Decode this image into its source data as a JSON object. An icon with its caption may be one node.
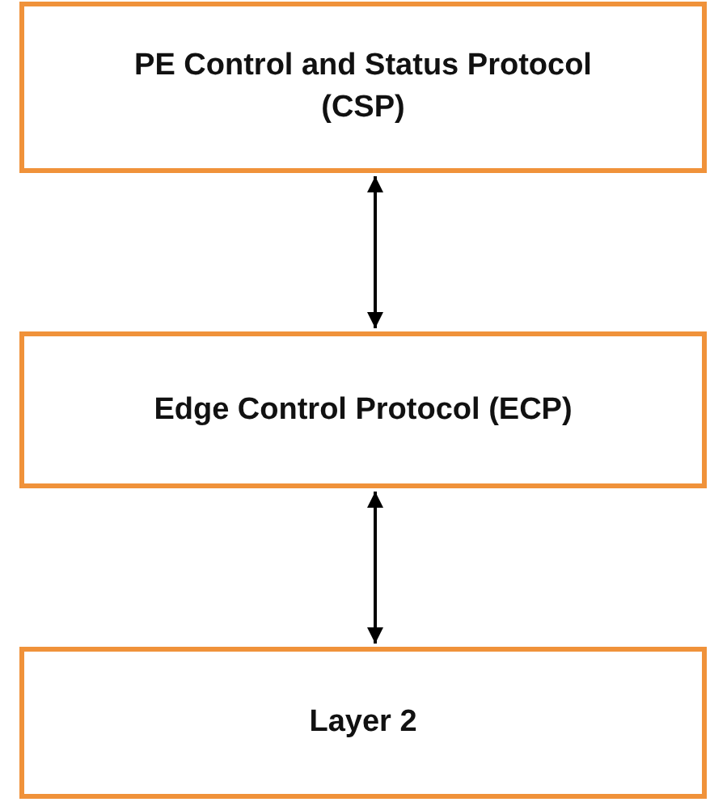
{
  "diagram": {
    "nodes": [
      {
        "text": [
          "PE Control and Status Protocol (CSP)"
        ]
      },
      {
        "text": [
          "Edge Control Protocol (ECP)"
        ]
      },
      {
        "text": [
          "Layer 2"
        ]
      }
    ],
    "edges": [
      {
        "from": 0,
        "to": 1,
        "arrow": "both"
      },
      {
        "from": 1,
        "to": 2,
        "arrow": "both"
      }
    ]
  }
}
